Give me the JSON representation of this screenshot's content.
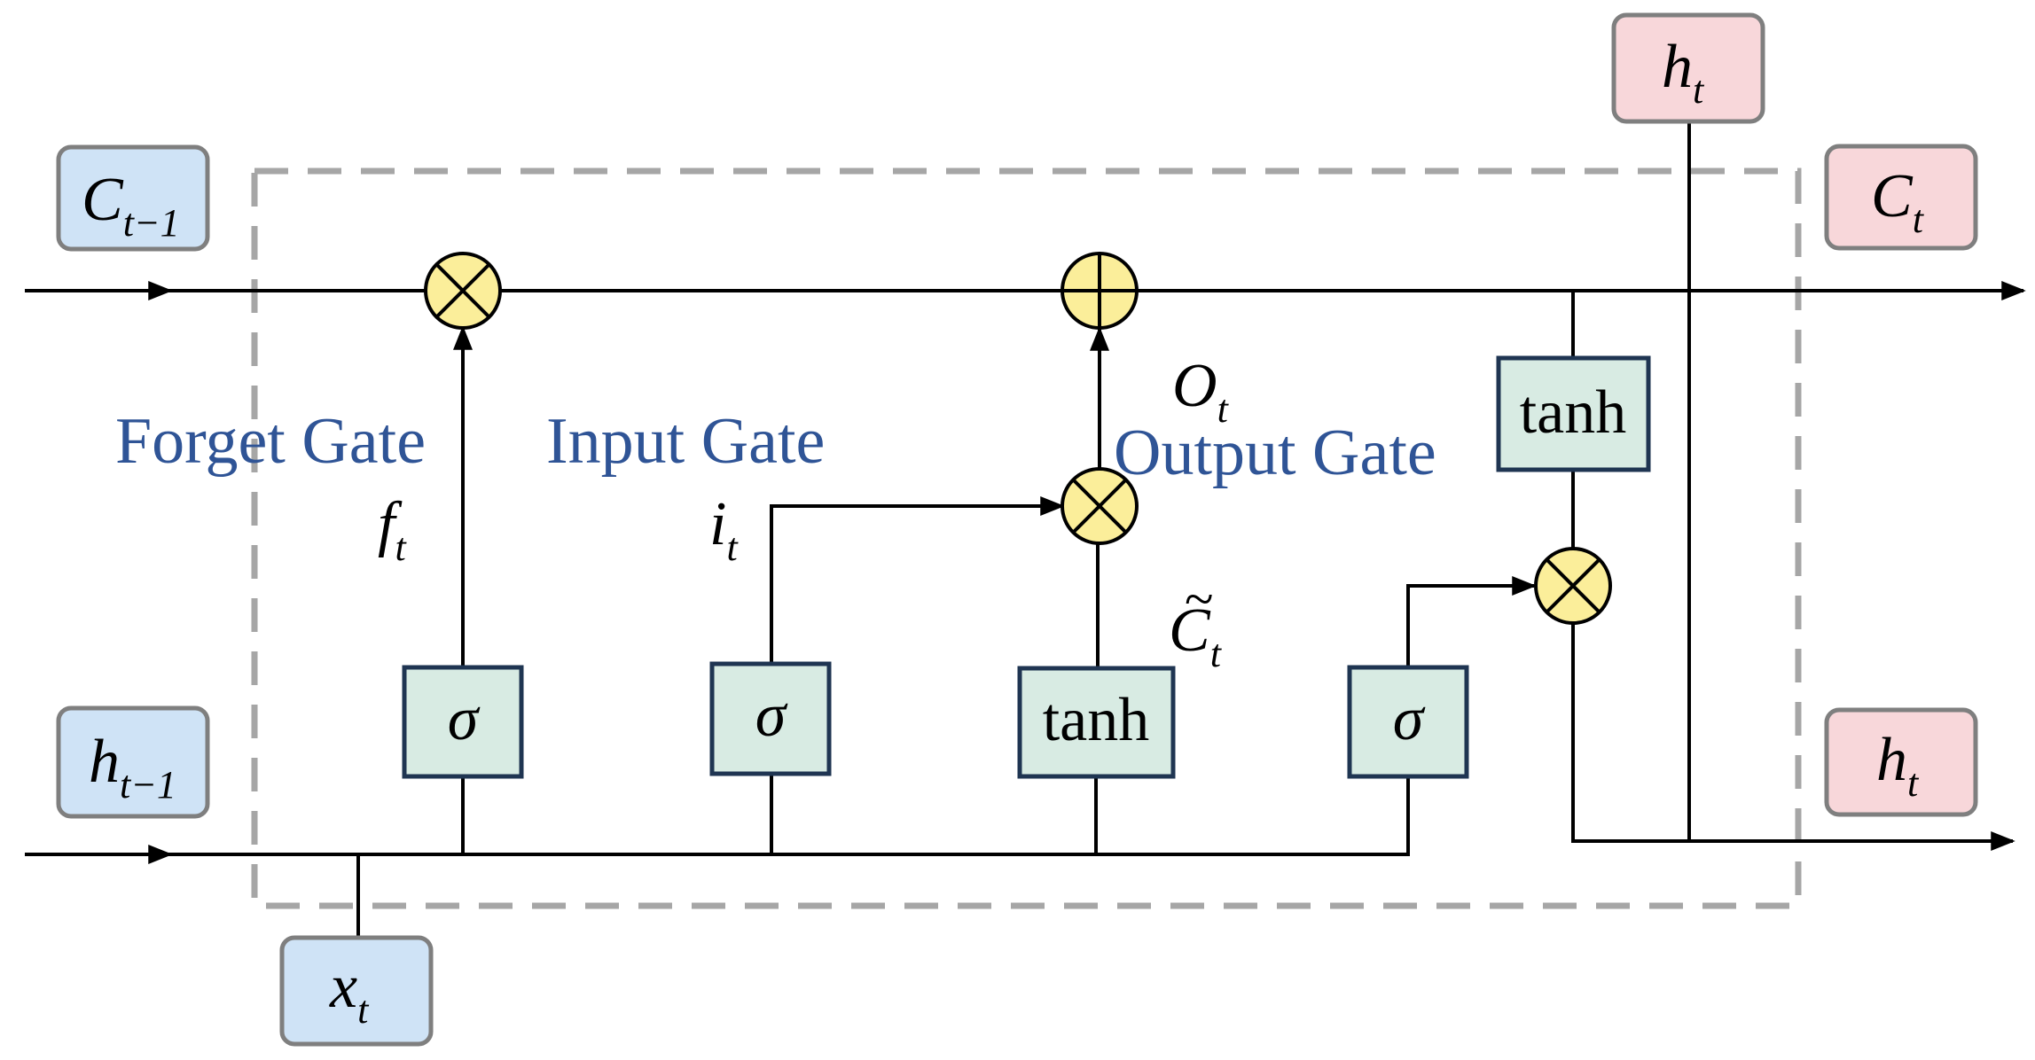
{
  "colors": {
    "input_fill": "#cfe3f6",
    "output_fill": "#f8d7da",
    "box_border": "#7f7f7f",
    "layer_fill": "#d8ebe3",
    "layer_border": "#1f3552",
    "op_fill": "#fbee9a",
    "dash": "#a6a6a6",
    "gate_label": "#2f5496"
  },
  "inputs": {
    "c_prev": {
      "base": "C",
      "sub": "t−1"
    },
    "h_prev": {
      "base": "h",
      "sub": "t−1"
    },
    "x": {
      "base": "x",
      "sub": "t"
    }
  },
  "outputs": {
    "h_top": {
      "base": "h",
      "sub": "t"
    },
    "c": {
      "base": "C",
      "sub": "t"
    },
    "h_right": {
      "base": "h",
      "sub": "t"
    }
  },
  "layers": {
    "forget_sigma": "σ",
    "input_sigma": "σ",
    "candidate_tanh": "tanh",
    "output_sigma": "σ",
    "cell_tanh": "tanh"
  },
  "gate_labels": {
    "forget": "Forget Gate",
    "input": "Input Gate",
    "output": "Output Gate"
  },
  "signals": {
    "f": {
      "base": "f",
      "sub": "t"
    },
    "i": {
      "base": "i",
      "sub": "t"
    },
    "o": {
      "base": "O",
      "sub": "t"
    },
    "c_tilde": {
      "tilde": "~",
      "base": "C",
      "sub": "t"
    }
  },
  "operators": {
    "multiply": "multiply-operator",
    "add": "add-operator"
  }
}
